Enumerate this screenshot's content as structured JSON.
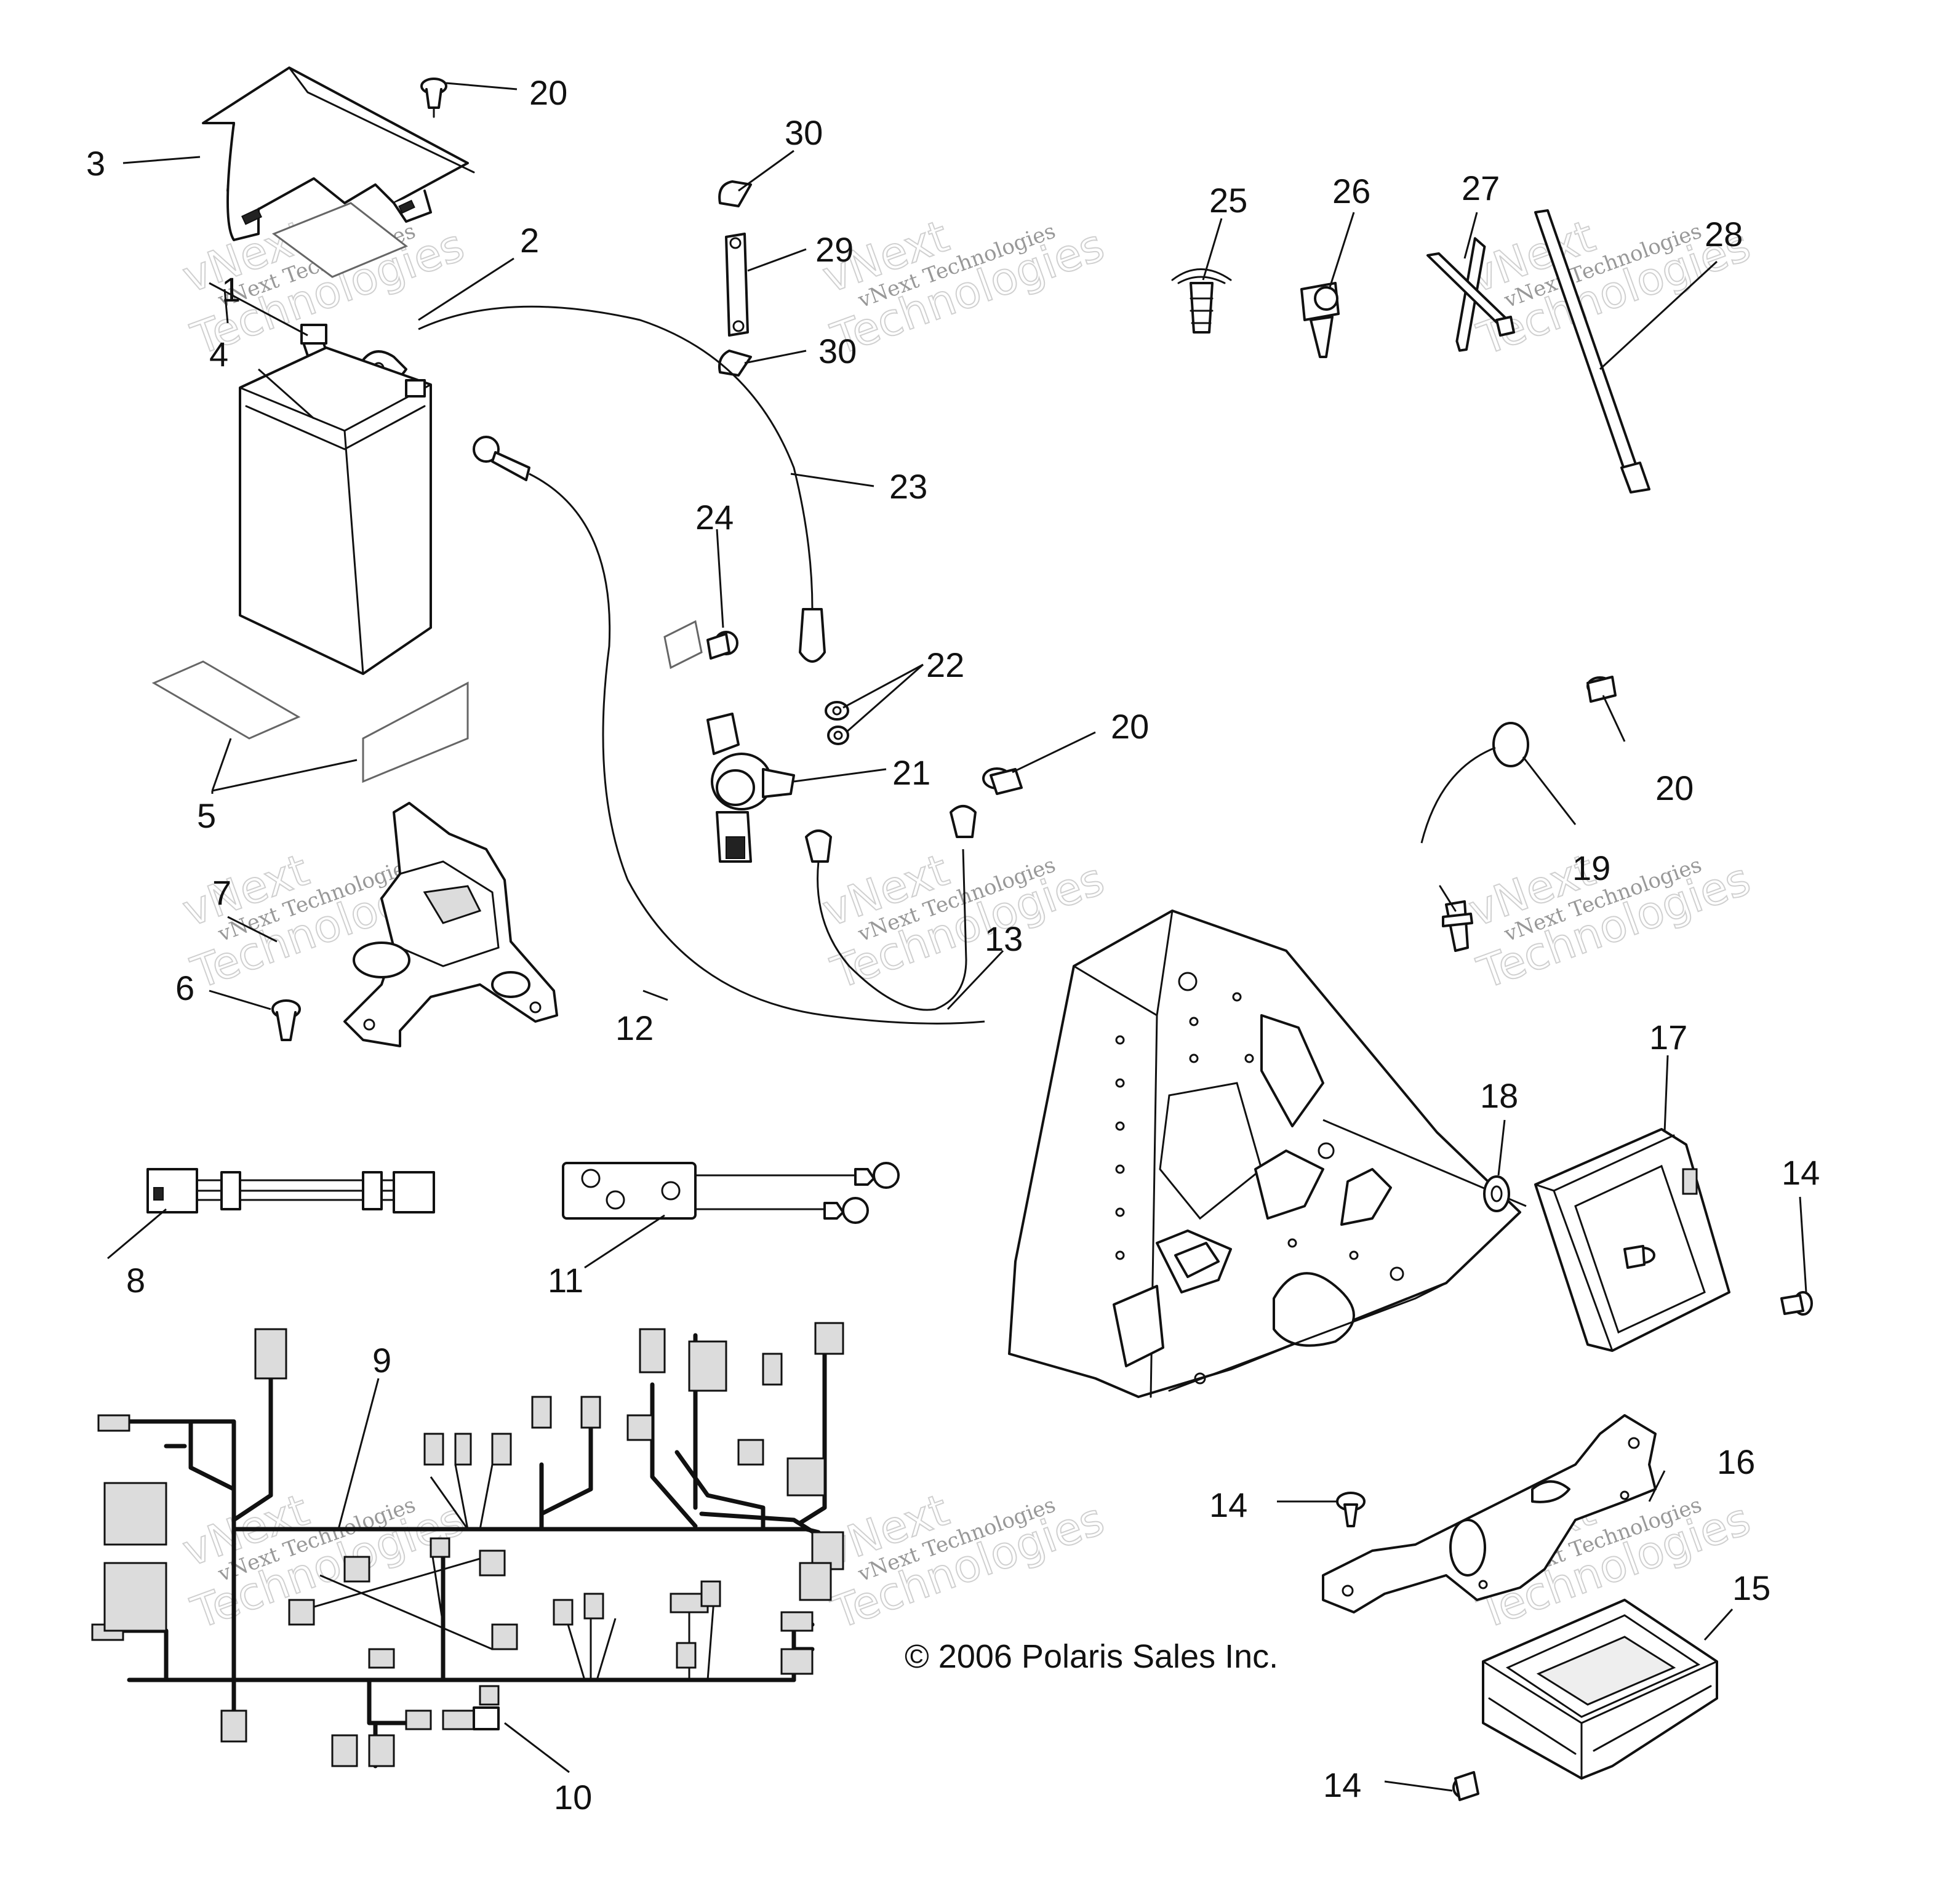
{
  "copyright": "© 2006 Polaris Sales Inc.",
  "watermark": {
    "line1": "vNext Technologies",
    "line2": "vNext",
    "line3": "Technologies"
  },
  "callouts": {
    "c1": "1",
    "c2": "2",
    "c3": "3",
    "c4": "4",
    "c5": "5",
    "c6": "6",
    "c7": "7",
    "c8": "8",
    "c9": "9",
    "c10": "10",
    "c11": "11",
    "c12": "12",
    "c13": "13",
    "c14a": "14",
    "c14b": "14",
    "c14c": "14",
    "c15": "15",
    "c16": "16",
    "c17": "17",
    "c18": "18",
    "c19": "19",
    "c20a": "20",
    "c20b": "20",
    "c20c": "20",
    "c21": "21",
    "c22": "22",
    "c23": "23",
    "c24": "24",
    "c25": "25",
    "c26": "26",
    "c27": "27",
    "c28": "28",
    "c29": "29",
    "c30a": "30",
    "c30b": "30"
  }
}
